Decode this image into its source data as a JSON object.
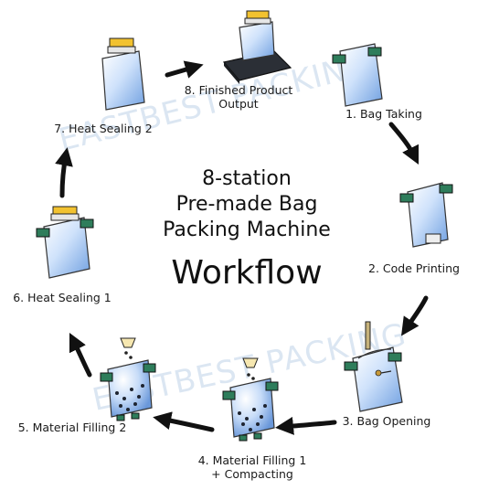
{
  "title": {
    "line1": "8-station",
    "line2": "Pre-made Bag",
    "line3": "Packing Machine",
    "line4": "Workflow"
  },
  "stations": [
    {
      "label_lines": [
        "1. Bag Taking"
      ],
      "icon": "flat-bag-with-gripper-clips-icon"
    },
    {
      "label_lines": [
        "2. Code Printing"
      ],
      "icon": "bag-code-printing-icon"
    },
    {
      "label_lines": [
        "3. Bag Opening"
      ],
      "icon": "bag-opening-icon"
    },
    {
      "label_lines": [
        "4. Material Filling 1",
        "+ Compacting"
      ],
      "icon": "bag-filling-compacting-icon"
    },
    {
      "label_lines": [
        "5. Material Filling 2"
      ],
      "icon": "bag-filling-icon"
    },
    {
      "label_lines": [
        "6. Heat Sealing 1"
      ],
      "icon": "bag-heat-sealing-icon"
    },
    {
      "label_lines": [
        "7. Heat Sealing 2"
      ],
      "icon": "bag-heat-sealing-icon"
    },
    {
      "label_lines": [
        "8. Finished Product",
        "Output"
      ],
      "icon": "finished-bag-output-icon"
    }
  ],
  "watermark": "EASTBEST PACKING",
  "colors": {
    "bag_fill": "#7fb0e8",
    "bag_light": "#e8f2ff",
    "clip_green": "#2e7d5b",
    "sealer_yellow": "#f2c230",
    "arrow": "#111111",
    "watermark": "#bfd3e8"
  }
}
